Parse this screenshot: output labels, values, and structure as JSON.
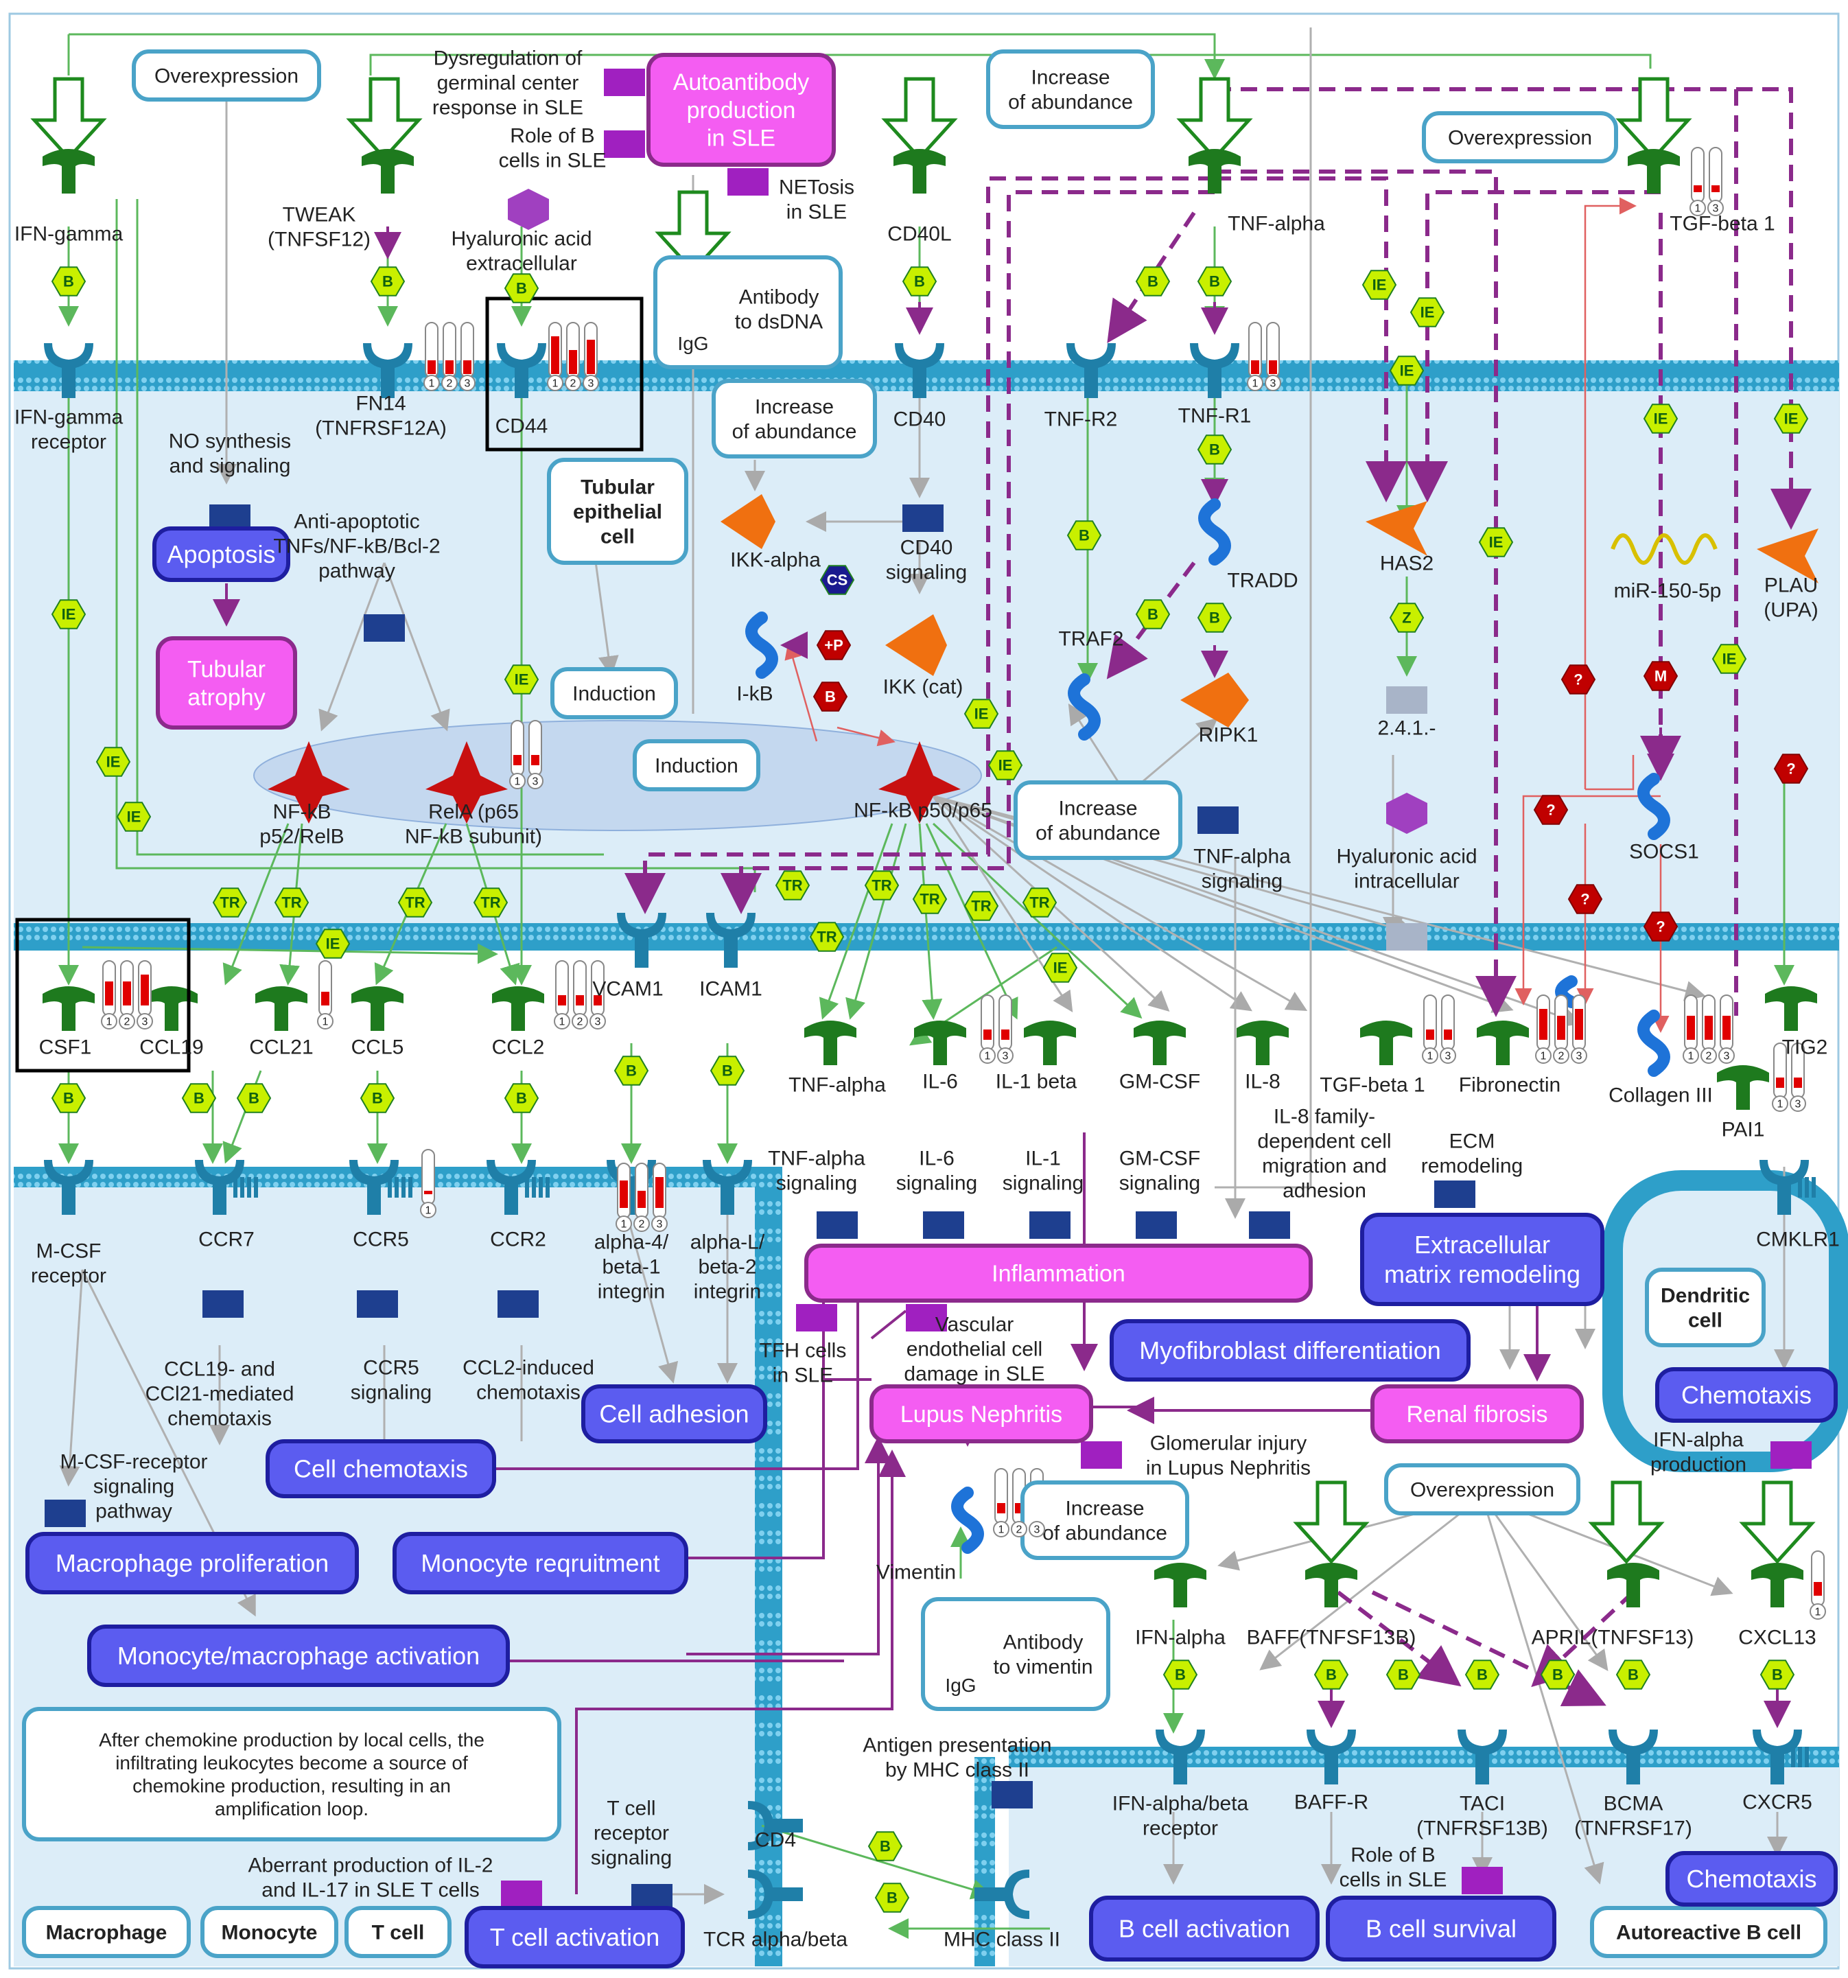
{
  "colors": {
    "membrane": "#2e9fc9",
    "cell_bg": "#d9ecf7",
    "pink_process": "#f45df2",
    "blue_process": "#5b5cf0",
    "ligand_green": "#1e7a1e",
    "receptor_blue": "#1f7fa8",
    "purple_link": "#8b2a8b",
    "green_link": "#5cb85c",
    "hex_yellow": "#c8f000",
    "hex_red": "#c00000"
  },
  "cell_labels": {
    "tubular": "Tubular\nepithelial\ncell",
    "dendritic": "Dendritic\ncell",
    "macrophage": "Macrophage",
    "monocyte": "Monocyte",
    "tcell": "T cell",
    "autoreactive_b": "Autoreactive B cell"
  },
  "boxes": {
    "overexp1": "Overexpression",
    "overexp2": "Overexpression",
    "overexp3": "Overexpression",
    "increase1": "Increase\nof abundance",
    "increase2": "Increase\nof abundance",
    "increase3": "Increase\nof abundance",
    "increase4": "Increase\nof abundance",
    "induction1": "Induction",
    "induction2": "Induction",
    "antibody_dsdna": "Antibody\nto dsDNA",
    "antibody_vim": "Antibody\nto vimentin",
    "note": "After chemokine production by local cells, the\ninfiltrating leukocytes become a source of\nchemokine production, resulting in an\namplification loop."
  },
  "pink_processes": {
    "autoantibody": "Autoantibody\nproduction\nin SLE",
    "tubular_atrophy": "Tubular\natrophy",
    "inflammation": "Inflammation",
    "lupus_nephritis": "Lupus Nephritis",
    "renal_fibrosis": "Renal fibrosis"
  },
  "blue_processes": {
    "apoptosis": "Apoptosis",
    "ecm_remodeling": "Extracellular\nmatrix remodeling",
    "myofibroblast": "Myofibroblast differentiation",
    "cell_adhesion": "Cell adhesion",
    "cell_chemotaxis": "Cell chemotaxis",
    "macrophage_prolif": "Macrophage proliferation",
    "monocyte_recruit": "Monocyte reqruitment",
    "mono_mac_activation": "Monocyte/macrophage activation",
    "chemotaxis_dc": "Chemotaxis",
    "chemotaxis_b": "Chemotaxis",
    "t_activation": "T cell activation",
    "b_activation": "B cell activation",
    "b_survival": "B cell survival"
  },
  "small_labels": {
    "dysregulation": "Dysregulation of\ngerminal center\nresponse in SLE",
    "role_b_top": "Role of B\ncells in SLE",
    "netosis": "NETosis\nin SLE",
    "no_synth": "NO synthesis\nand signaling",
    "anti_apop": "Anti-apoptotic\nTNFs/NF-kB/Bcl-2\npathway",
    "hyaluronic_ext": "Hyaluronic acid\nextracellular",
    "hyaluronic_int": "Hyaluronic acid\nintracellular",
    "ikk_alpha": "IKK-alpha",
    "cd40_sig": "CD40\nsignaling",
    "ikb": "I-kB",
    "ikk_cat": "IKK (cat)",
    "traf2": "TRAF2",
    "tradd": "TRADD",
    "ripk1": "RIPK1",
    "tnf_sig_top": "TNF-alpha\nsignaling",
    "has2": "HAS2",
    "ec_241": "2.4.1.-",
    "mir150": "miR-150-5p",
    "plau": "PLAU\n(UPA)",
    "socs1": "SOCS1",
    "nfkb_p52": "NF-kB\np52/RelB",
    "rela": "RelA (p65\nNF-kB subunit)",
    "nfkb_p50": "NF-kB p50/p65",
    "igg1": "IgG",
    "igg2": "IgG",
    "ccl19_sig": "CCL19- and\nCCl21-mediated\nchemotaxis",
    "ccr5_sig": "CCR5\nsignaling",
    "ccl2_sig": "CCL2-induced\nchemotaxis",
    "tnf_sig2": "TNF-alpha\nsignaling",
    "il6_sig": "IL-6\nsignaling",
    "il1_sig": "IL-1\nsignaling",
    "gmcsf_sig": "GM-CSF\nsignaling",
    "il8_sig": "IL-8 family-\ndependent cell\nmigration and\nadhesion",
    "ecm_rem_small": "ECM\nremodeling",
    "tfh": "TFH cells\nin SLE",
    "vascular": "Vascular\nendothelial cell\ndamage in SLE",
    "glomerular": "Glomerular injury\nin Lupus Nephritis",
    "ifna_prod": "IFN-alpha\nproduction",
    "mcsf_sig": "M-CSF-receptor\nsignaling\npathway",
    "vimentin": "Vimentin",
    "antigen_pres": "Antigen presentation\nby MHC class II",
    "tcr_sig": "T cell\nreceptor\nsignaling",
    "aberrant": "Aberrant production of IL-2\nand IL-17 in SLE T cells",
    "role_b_bottom": "Role of B\ncells in SLE"
  },
  "ligands": {
    "ifng": "IFN-gamma",
    "tweak": "TWEAK\n(TNFSF12)",
    "cd40l": "CD40L",
    "tnfa_top": "TNF-alpha",
    "tgfb_top": "TGF-beta 1",
    "csf1": "CSF1",
    "ccl19": "CCL19",
    "ccl21": "CCL21",
    "ccl5": "CCL5",
    "ccl2": "CCL2",
    "tnfa_mid": "TNF-alpha",
    "il6": "IL-6",
    "il1b": "IL-1 beta",
    "gmcsf": "GM-CSF",
    "il8": "IL-8",
    "tgfb_mid": "TGF-beta 1",
    "fibronectin": "Fibronectin",
    "collagen": "Collagen III",
    "pai1": "PAI1",
    "tig2": "TIG2",
    "ifna": "IFN-alpha",
    "baff": "BAFF(TNFSF13B)",
    "april": "APRIL(TNFSF13)",
    "cxcl13": "CXCL13"
  },
  "receptors": {
    "ifngr": "IFN-gamma\nreceptor",
    "fn14": "FN14\n(TNFRSF12A)",
    "cd44": "CD44",
    "cd40": "CD40",
    "tnfr2": "TNF-R2",
    "tnfr1": "TNF-R1",
    "vcam1": "VCAM1",
    "icam1": "ICAM1",
    "mcsfr": "M-CSF\nreceptor",
    "ccr7": "CCR7",
    "ccr5": "CCR5",
    "ccr2": "CCR2",
    "a4b1": "alpha-4/\nbeta-1\nintegrin",
    "alb2": "alpha-L/\nbeta-2\nintegrin",
    "cmklr1": "CMKLR1",
    "cd4": "CD4",
    "tcr": "TCR alpha/beta",
    "mhc2": "MHC class II",
    "ifnar": "IFN-alpha/beta\nreceptor",
    "baffr": "BAFF-R",
    "taci": "TACI\n(TNFRSF13B)",
    "bcma": "BCMA\n(TNFRSF17)",
    "cxcr5": "CXCR5"
  },
  "hex_badges": {
    "B": "B",
    "IE": "IE",
    "TR": "TR",
    "Z": "Z",
    "M": "M",
    "Q": "?",
    "P": "+P",
    "CS": "CS"
  },
  "thermo_labels": [
    "1",
    "2",
    "3"
  ]
}
